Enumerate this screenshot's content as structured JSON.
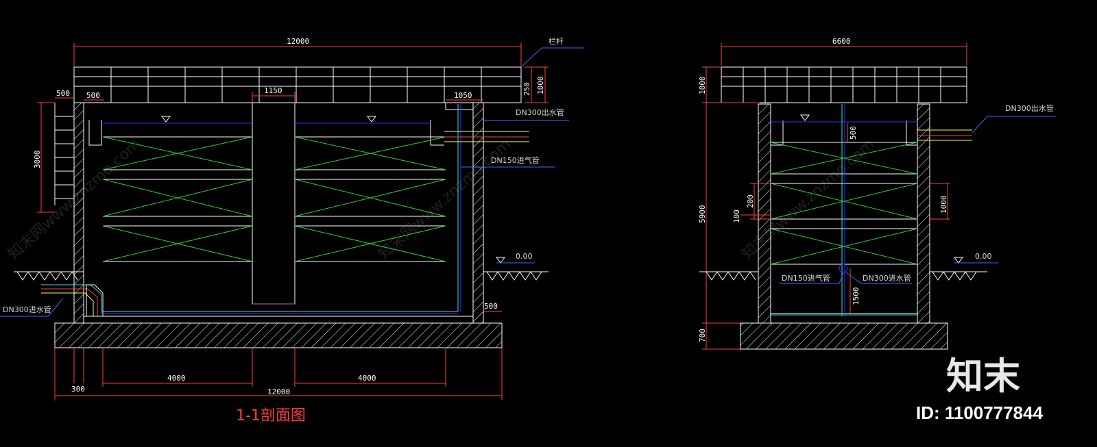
{
  "left_section": {
    "top_width": "12000",
    "railing_label": "栏杆",
    "wall_thickness_left": "500",
    "wall_thickness_inner": "500",
    "center_column_width": "1150",
    "right_chamber_width": "1050",
    "dim_250": "250",
    "dim_1000": "1000",
    "dim_3000": "3000",
    "outlet_pipe": "DN300出水管",
    "vent_pipe": "DN150进气管",
    "inlet_pipe": "DN300进水管",
    "level_label": "0.00",
    "dim_500_right": "500",
    "dim_300": "300",
    "bay_left": "4000",
    "bay_right": "4000",
    "bottom_width": "12000",
    "title": "1-1剖面图"
  },
  "right_section": {
    "top_width": "6600",
    "dim_1000_top": "1000",
    "dim_5900": "5900",
    "dim_700": "700",
    "dim_500": "500",
    "dim_200": "200",
    "dim_100": "100",
    "dim_1000_side": "1000",
    "dim_1500": "1500",
    "outlet_pipe": "DN300出水管",
    "vent_pipe": "DN150进气管",
    "inlet_pipe": "DN300进水管",
    "level_label": "0.00"
  },
  "watermark": {
    "text": "知末网www.znzmo.com",
    "logo": "知末",
    "id_label": "ID: 1100777844"
  },
  "colors": {
    "background": "#000000",
    "outline": "#ffffff",
    "dimension": "#ff4040",
    "packing": "#27d32b",
    "water": "#3030ff",
    "pipe_cyan": "#30e0e0",
    "pipe_yellow": "#ffff40",
    "leader": "#3a6bff"
  }
}
